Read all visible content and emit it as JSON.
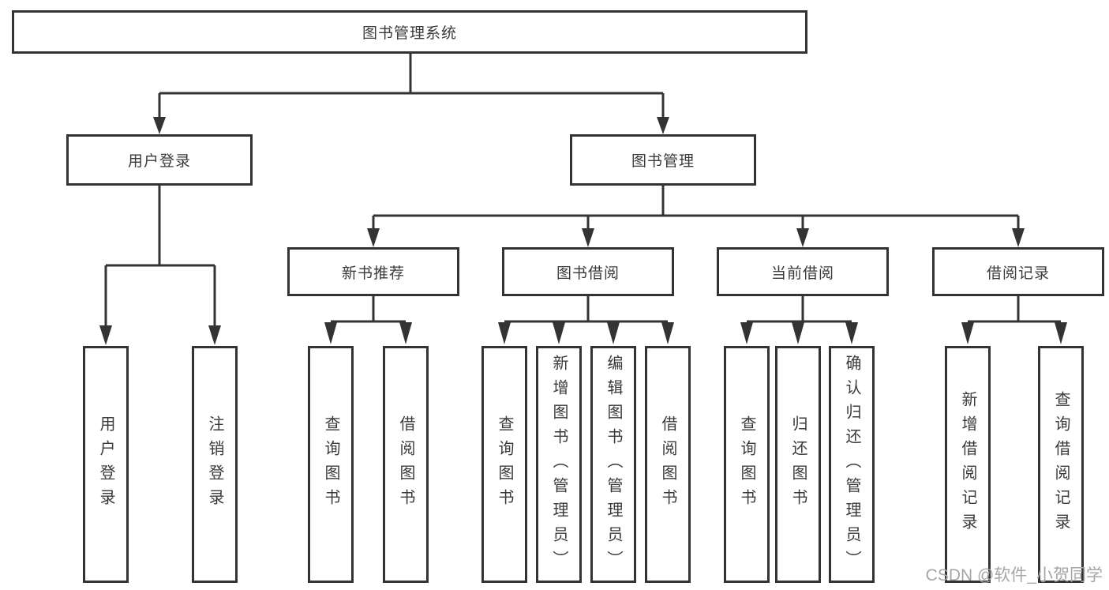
{
  "diagram": {
    "root": "图书管理系统",
    "user_login": {
      "label": "用户登录",
      "children": [
        "用户登录",
        "注销登录"
      ]
    },
    "book_mgmt": {
      "label": "图书管理",
      "groups": [
        {
          "label": "新书推荐",
          "children": [
            "查询图书",
            "借阅图书"
          ]
        },
        {
          "label": "图书借阅",
          "children": [
            "查询图书",
            "新增图书（管理员）",
            "编辑图书（管理员）",
            "借阅图书"
          ]
        },
        {
          "label": "当前借阅",
          "children": [
            "查询图书",
            "归还图书",
            "确认归还（管理员）"
          ]
        },
        {
          "label": "借阅记录",
          "children": [
            "新增借阅记录",
            "查询借阅记录"
          ]
        }
      ]
    }
  },
  "watermark": "CSDN @软件_小贺同学",
  "colors": {
    "line": "#333333",
    "box_border": "#333333",
    "text": "#3a3a3a",
    "background": "#ffffff",
    "watermark": "#a6a6a6"
  }
}
